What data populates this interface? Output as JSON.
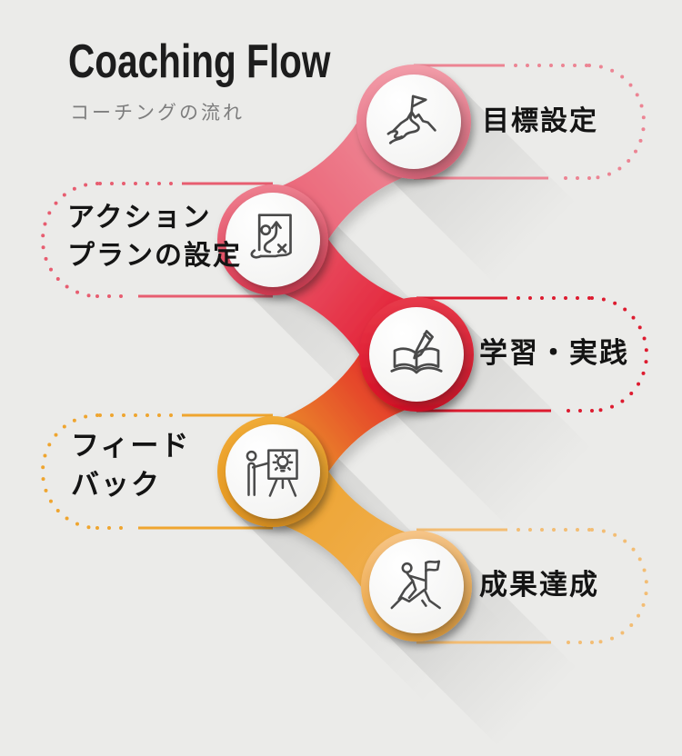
{
  "header": {
    "title": "Coaching Flow",
    "subtitle": "コーチングの流れ"
  },
  "canvas": {
    "background": "#ebebe9",
    "label_color": "#141414",
    "subtitle_color": "#7e7e7e",
    "icon_stroke": "#4a4a4a"
  },
  "steps": [
    {
      "id": "goal-setting",
      "label": "目標設定",
      "lines": [
        "目標設定"
      ],
      "icon": "mountain-flag-icon",
      "side": "right",
      "colors": {
        "ring_top": "#f29da9",
        "ring_bottom": "#e5687e",
        "band": "#ef8d9b",
        "dot": "#ec8493"
      }
    },
    {
      "id": "action-plan",
      "label": "アクションプランの設定",
      "lines": [
        "アクション",
        "プランの設定"
      ],
      "icon": "strategy-map-icon",
      "side": "left",
      "colors": {
        "ring_top": "#ee8090",
        "ring_bottom": "#e23a53",
        "band": "#ea5d70",
        "dot": "#e75d70"
      }
    },
    {
      "id": "learning-practice",
      "label": "学習・実践",
      "lines": [
        "学習・実践"
      ],
      "icon": "book-pencil-icon",
      "side": "right",
      "colors": {
        "ring_top": "#e73a4a",
        "ring_bottom": "#dc0f26",
        "band": "#e2172c",
        "dot": "#dd1b2f"
      }
    },
    {
      "id": "feedback",
      "label": "フィードバック",
      "lines": [
        "フィード",
        "バック"
      ],
      "icon": "presentation-lightbulb-icon",
      "side": "left",
      "colors": {
        "ring_top": "#f0ab37",
        "ring_bottom": "#e9991f",
        "band": "#eca22c",
        "dot": "#efa52f"
      }
    },
    {
      "id": "achievement",
      "label": "成果達成",
      "lines": [
        "成果達成"
      ],
      "icon": "climber-flag-icon",
      "side": "right",
      "colors": {
        "ring_top": "#f6c588",
        "ring_bottom": "#eda43c",
        "band": "#f1b052",
        "dot": "#f3bd74"
      }
    }
  ]
}
